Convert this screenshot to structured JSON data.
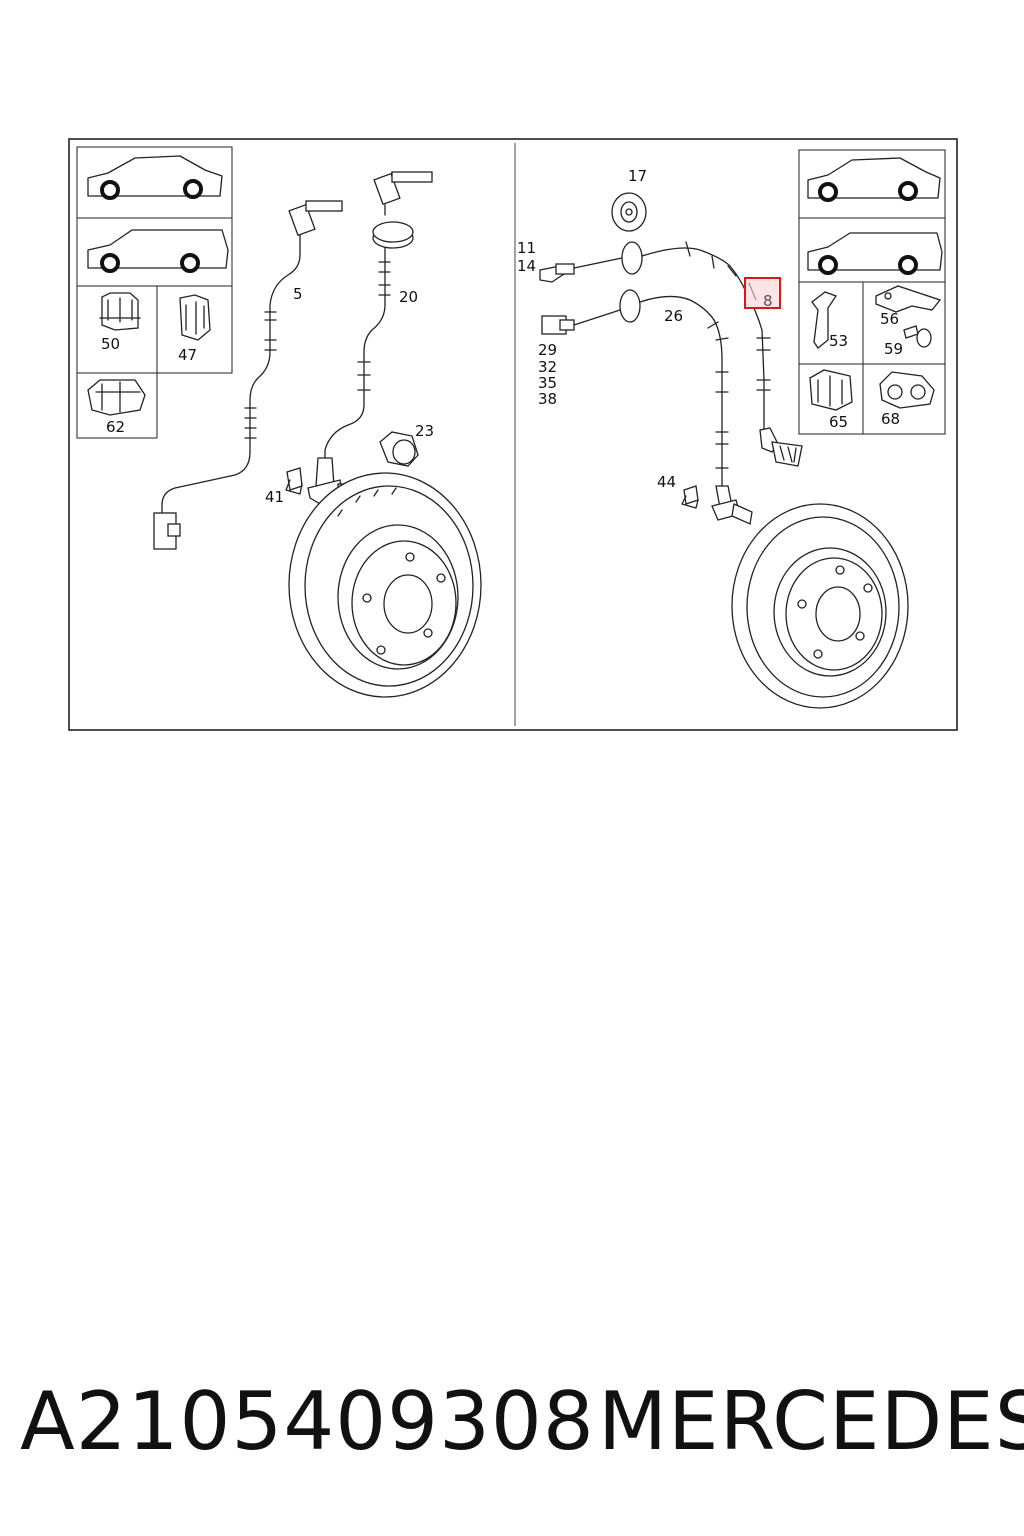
{
  "diagram": {
    "highlight_label": "8",
    "labels": {
      "p5": "5",
      "p20": "20",
      "p23": "23",
      "p41": "41",
      "p50": "50",
      "p47": "47",
      "p62": "62",
      "p17": "17",
      "p11": "11",
      "p14": "14",
      "p26": "26",
      "p29": "29",
      "p32": "32",
      "p35": "35",
      "p38": "38",
      "p44": "44",
      "p53": "53",
      "p56": "56",
      "p59": "59",
      "p65": "65",
      "p68": "68"
    },
    "highlight_color": "#d61a1a"
  },
  "footer": {
    "part_number": "A2105409308",
    "brand": "MERCEDES"
  }
}
